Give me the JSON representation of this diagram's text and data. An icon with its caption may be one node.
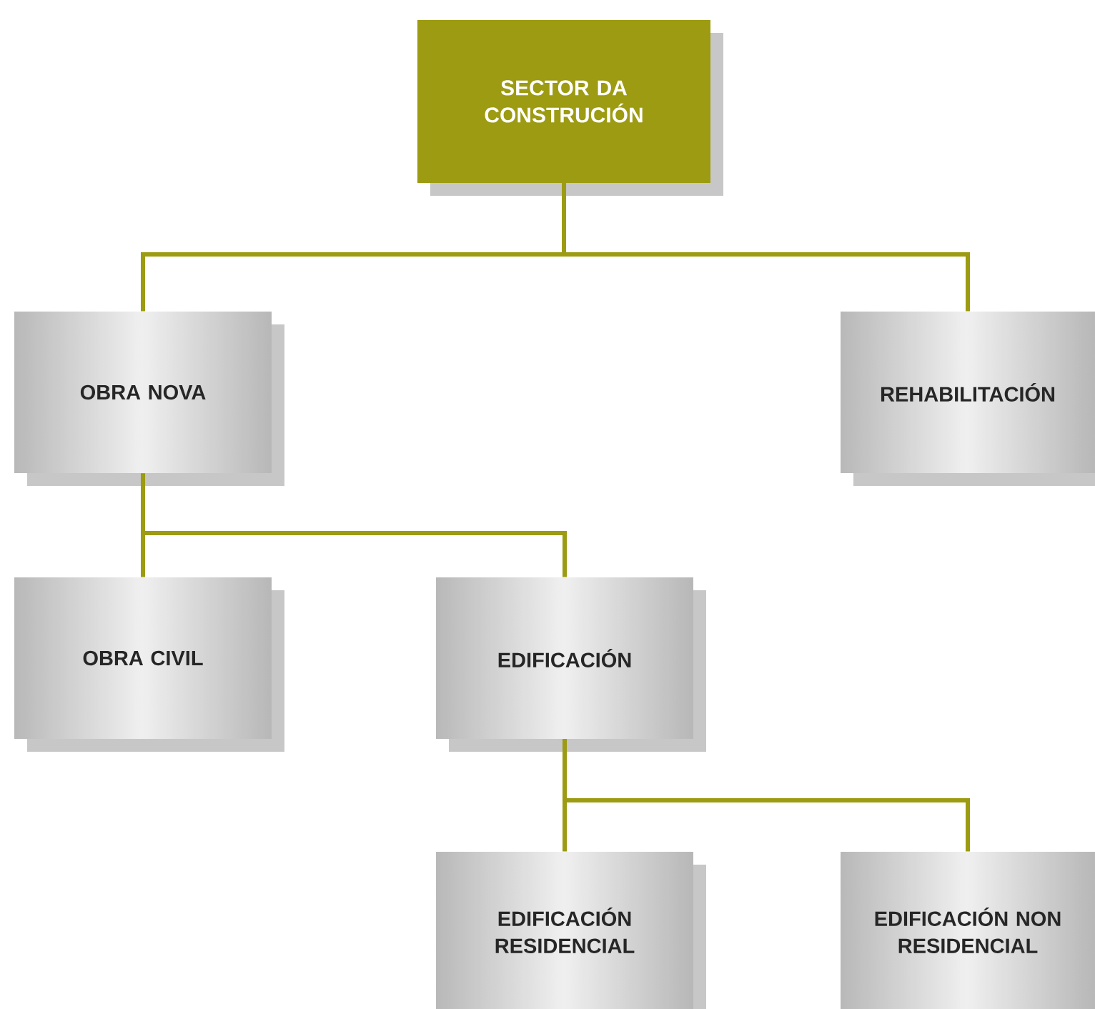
{
  "diagram": {
    "nodes": [
      {
        "text": [
          "SECTOR DA CONSTRUCIÓN"
        ]
      },
      {
        "text": [
          "OBRA NOVA"
        ]
      },
      {
        "text": [
          "REHABILITACIÓN"
        ]
      },
      {
        "text": [
          "OBRA CIVIL"
        ]
      },
      {
        "text": [
          "EDIFICACIÓN"
        ]
      },
      {
        "text": [
          "EDIFICACIÓN RESIDENCIAL"
        ]
      },
      {
        "text": [
          "EDIFICACIÓN NON RESIDENCIAL"
        ]
      }
    ],
    "edges": [
      {
        "from": 0,
        "to": 1,
        "arrow": "none"
      },
      {
        "from": 0,
        "to": 2,
        "arrow": "none"
      },
      {
        "from": 1,
        "to": 3,
        "arrow": "none"
      },
      {
        "from": 1,
        "to": 4,
        "arrow": "none"
      },
      {
        "from": 4,
        "to": 5,
        "arrow": "none"
      },
      {
        "from": 4,
        "to": 6,
        "arrow": "none"
      }
    ]
  }
}
